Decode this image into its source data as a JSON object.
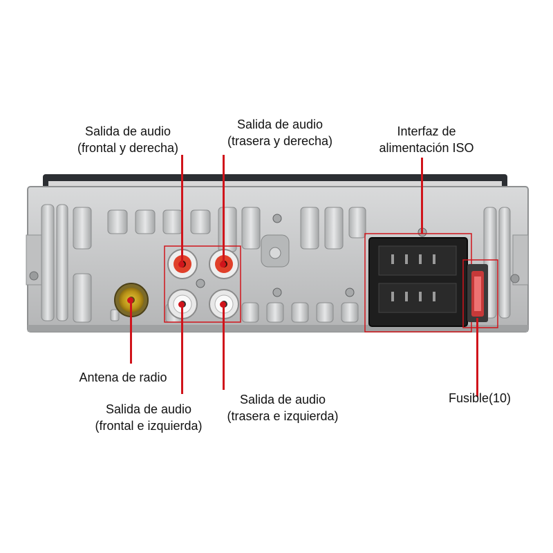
{
  "labels": {
    "front_right": [
      "Salida de audio",
      "(frontal y derecha)"
    ],
    "rear_right": [
      "Salida de audio",
      "(trasera y derecha)"
    ],
    "iso_power": [
      "Interfaz de",
      "alimentación ISO"
    ],
    "antenna": "Antena de radio",
    "front_left": [
      "Salida de audio",
      "(frontal e izquierda)"
    ],
    "rear_left": [
      "Salida de audio",
      "(trasera e izquierda)"
    ],
    "fuse": "Fusible(10)"
  },
  "colors": {
    "chassis": "#c9cacb",
    "leader_line": "#d0141b",
    "rca_red": "#e0402a",
    "rca_white": "#f0f0f0",
    "antenna_gold": "#c9a21a",
    "iso_connector": "#1e1e1e",
    "fuse_red": "#d63a3a"
  }
}
